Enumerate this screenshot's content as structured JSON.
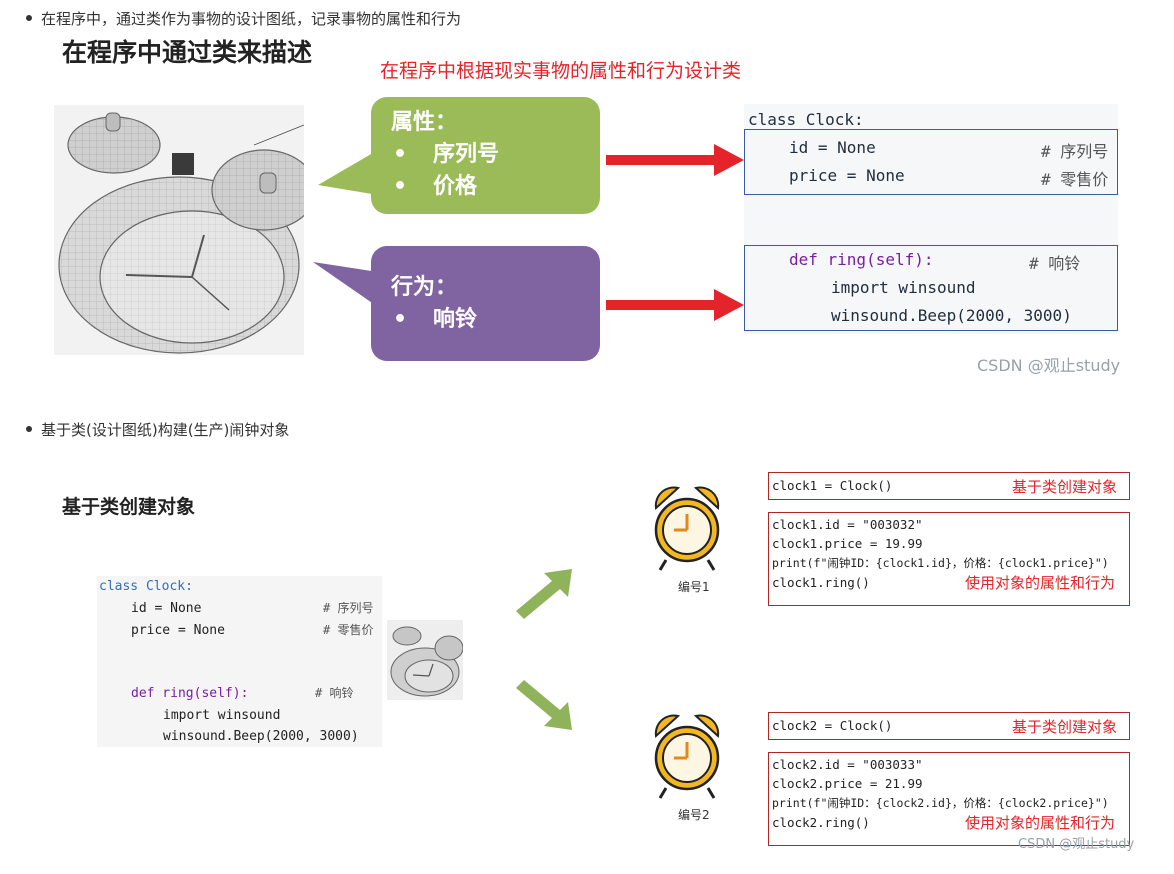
{
  "bullets": {
    "first": "在程序中，通过类作为事物的设计图纸，记录事物的属性和行为",
    "second": "基于类(设计图纸)构建(生产)闹钟对象"
  },
  "section1": {
    "title": "在程序中通过类来描述",
    "red_caption": "在程序中根据现实事物的属性和行为设计类",
    "attr_bubble": {
      "heading": "属性：",
      "items": [
        "序列号",
        "价格"
      ],
      "bullet": "•",
      "color": "#9bbb59"
    },
    "behavior_bubble": {
      "heading": "行为：",
      "items": [
        "响铃"
      ],
      "bullet": "•",
      "color": "#8064a2"
    },
    "code": {
      "class_line": "class Clock:",
      "line_id": "id = None",
      "line_id_comment": "# 序列号",
      "line_price": "price = None",
      "line_price_comment": "# 零售价",
      "line_def": "def ring(self):",
      "line_def_comment": "# 响铃",
      "line_import": "import winsound",
      "line_beep": "winsound.Beep(2000, 3000)"
    },
    "watermark": "CSDN @观止study"
  },
  "section2": {
    "title": "基于类创建对象",
    "code": {
      "class_line": "class Clock:",
      "line_id": "id = None",
      "line_id_comment": "# 序列号",
      "line_price": "price = None",
      "line_price_comment": "# 零售价",
      "line_def": "def ring(self):",
      "line_def_comment": "# 响铃",
      "line_import": "import winsound",
      "line_beep": "winsound.Beep(2000, 3000)"
    },
    "obj1": {
      "label": "编号1",
      "create_line": "clock1 = Clock()",
      "create_note": "基于类创建对象",
      "line_id": "clock1.id = \"003032\"",
      "line_price": "clock1.price = 19.99",
      "line_print": "print(f\"闹钟ID：{clock1.id}，价格：{clock1.price}\")",
      "line_ring": "clock1.ring()",
      "use_note": "使用对象的属性和行为"
    },
    "obj2": {
      "label": "编号2",
      "create_line": "clock2 = Clock()",
      "create_note": "基于类创建对象",
      "line_id": "clock2.id = \"003033\"",
      "line_price": "clock2.price = 21.99",
      "line_print": "print(f\"闹钟ID：{clock2.id}，价格：{clock2.price}\")",
      "line_ring": "clock2.ring()",
      "use_note": "使用对象的属性和行为"
    },
    "watermark": "CSDN @观止study"
  },
  "colors": {
    "red_arrow": "#e5232b",
    "green_arrow": "#8fb35a",
    "clock_gold": "#f2b722",
    "clock_teal": "#3aa9c8"
  }
}
